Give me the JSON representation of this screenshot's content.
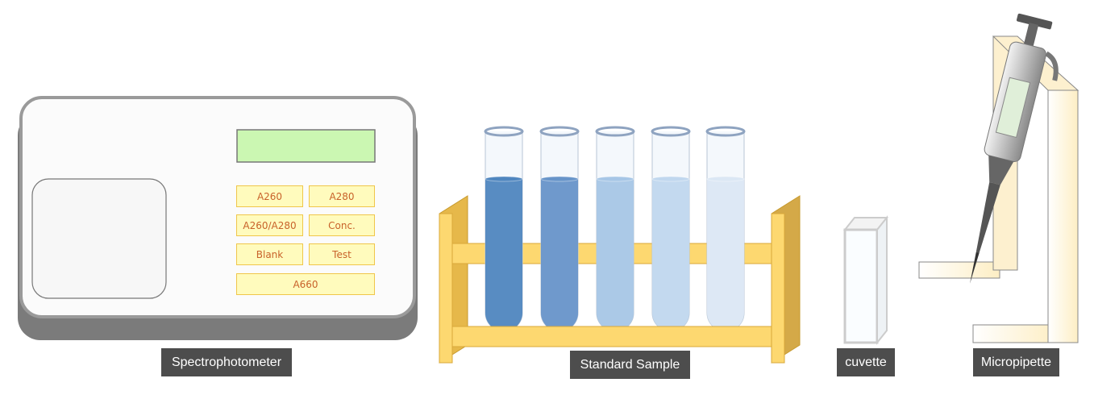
{
  "labels": {
    "spectrophotometer": "Spectrophotometer",
    "standard_sample": "Standard Sample",
    "cuvette": "cuvette",
    "micropipette": "Micropipette"
  },
  "spectrophotometer": {
    "buttons": [
      "A260",
      "A280",
      "A260/A280",
      "Conc.",
      "Blank",
      "Test",
      "A660"
    ]
  },
  "tubes": {
    "colors": [
      "#4f86bf",
      "#6794c9",
      "#a6c6e6",
      "#c0d7ee",
      "#dbe7f4"
    ]
  }
}
